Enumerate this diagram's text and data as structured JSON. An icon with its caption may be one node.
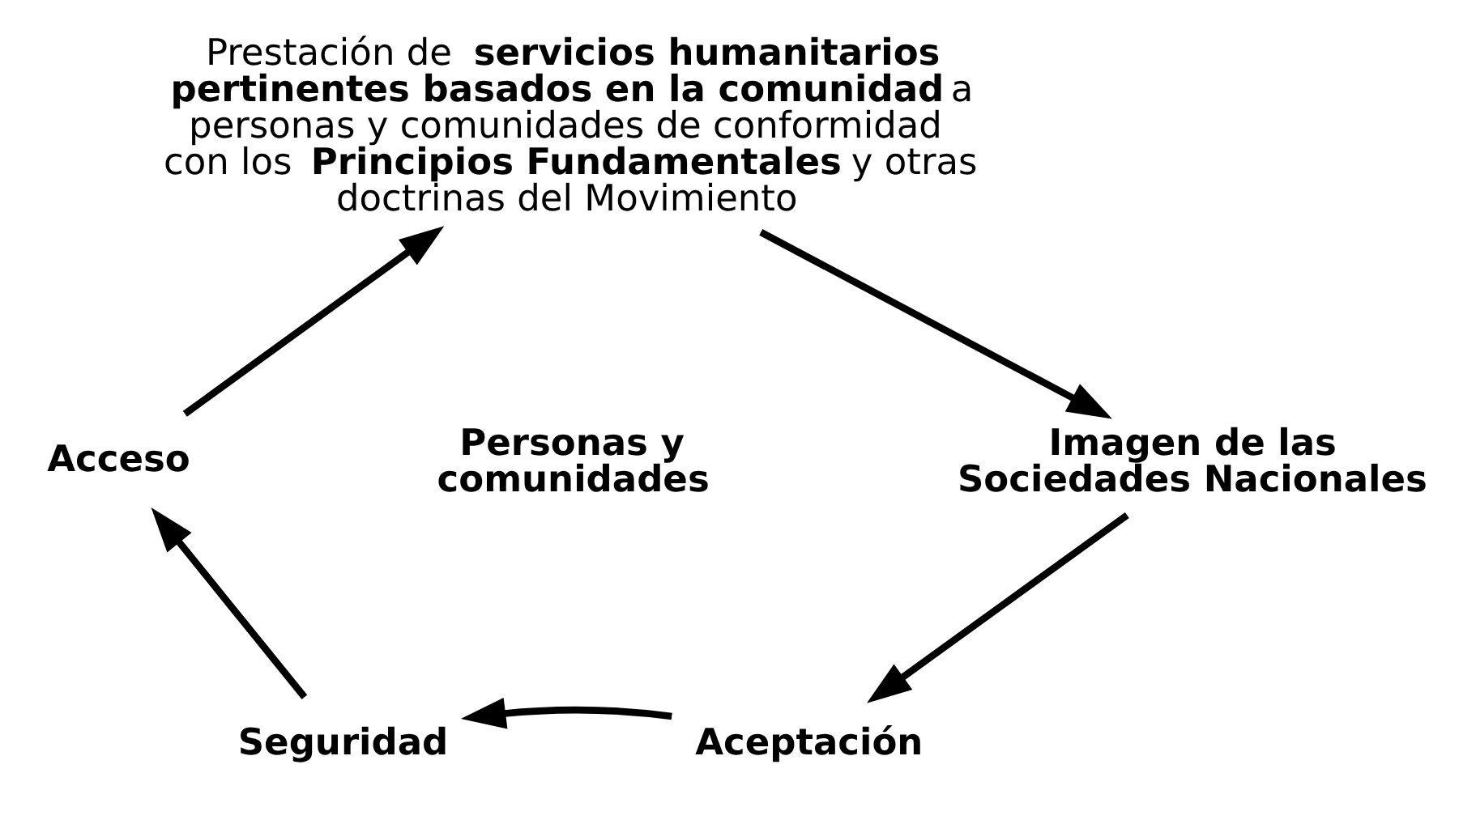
{
  "diagram": {
    "nodes": [
      {
        "text": [
          "Prestación de **servicios humanitarios pertinentes basados en la comunidad** a personas y comunidades de conformidad con los **Principios Fundamentales** y otras doctrinas del Movimiento"
        ]
      },
      {
        "text": [
          "Imagen de las Sociedades Nacionales"
        ]
      },
      {
        "text": [
          "Aceptación"
        ]
      },
      {
        "text": [
          "Seguridad"
        ]
      },
      {
        "text": [
          "Acceso"
        ]
      },
      {
        "text": [
          "Personas y comunidades"
        ]
      }
    ],
    "edges": [
      {
        "from": 0,
        "to": 1,
        "arrow": "to"
      },
      {
        "from": 1,
        "to": 2,
        "arrow": "to"
      },
      {
        "from": 2,
        "to": 3,
        "arrow": "to"
      },
      {
        "from": 3,
        "to": 4,
        "arrow": "to"
      },
      {
        "from": 4,
        "to": 0,
        "arrow": "to"
      }
    ]
  }
}
